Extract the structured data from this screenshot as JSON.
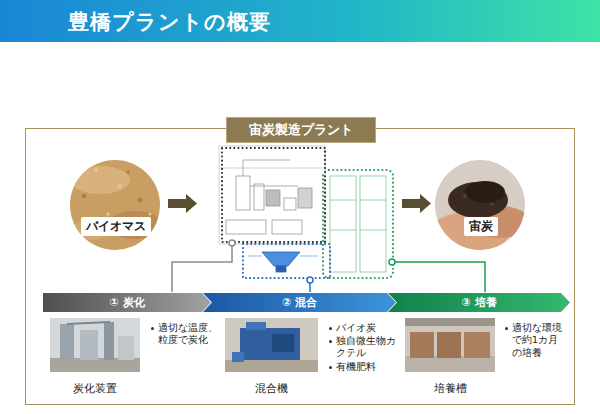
{
  "diagram": {
    "title": "豊橋プラントの概要",
    "nodes": [
      {
        "text": [
          "宙炭製造プラント"
        ]
      },
      {
        "text": [
          "バイオマス"
        ],
        "in": 0
      },
      {
        "text": [
          "宙炭"
        ],
        "in": 0
      },
      {
        "text": [
          "① 炭化"
        ],
        "in": 0
      },
      {
        "text": [
          "② 混合"
        ],
        "in": 0
      },
      {
        "text": [
          "③ 培養"
        ],
        "in": 0
      }
    ],
    "labels": [
      "適切な温度、粒度で炭化",
      "炭化装置",
      "バイオ炭",
      "独自微生物カクテル",
      "有機肥料",
      "混合機",
      "適切な環境で約1カ月の培養",
      "培養槽"
    ]
  }
}
